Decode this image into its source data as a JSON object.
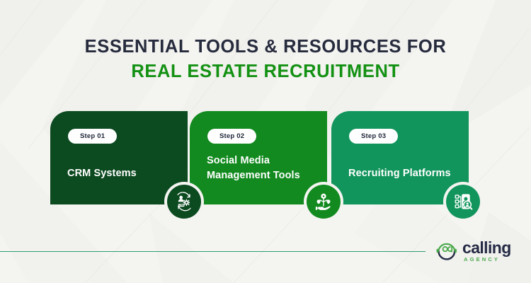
{
  "background": {
    "color": "#f4f4f1",
    "texture_name": "diagonal-geometric-shapes"
  },
  "headline": {
    "line1": "ESSENTIAL TOOLS & RESOURCES FOR",
    "line2": "REAL ESTATE RECRUITMENT",
    "line1_color": "#262b3d",
    "line2_color": "#139113"
  },
  "steps": [
    {
      "badge": "Step 01",
      "title": "CRM Systems",
      "color": "#0c4a20",
      "icon_name": "crm-gear-user-icon"
    },
    {
      "badge": "Step 02",
      "title": "Social Media\nManagement Tools",
      "title_line1": "Social Media",
      "title_line2": "Management Tools",
      "color": "#128a1f",
      "icon_name": "social-media-hand-icon"
    },
    {
      "badge": "Step 03",
      "title": "Recruiting Platforms",
      "color": "#11955c",
      "icon_name": "recruiting-profile-search-icon"
    }
  ],
  "divider": {
    "color": "#2f9e73"
  },
  "logo": {
    "word": "calling",
    "sub": "AGENCY",
    "mark_name": "calling-agency-headset-monogram",
    "word_color": "#262b45",
    "sub_color": "#4aa94a"
  }
}
